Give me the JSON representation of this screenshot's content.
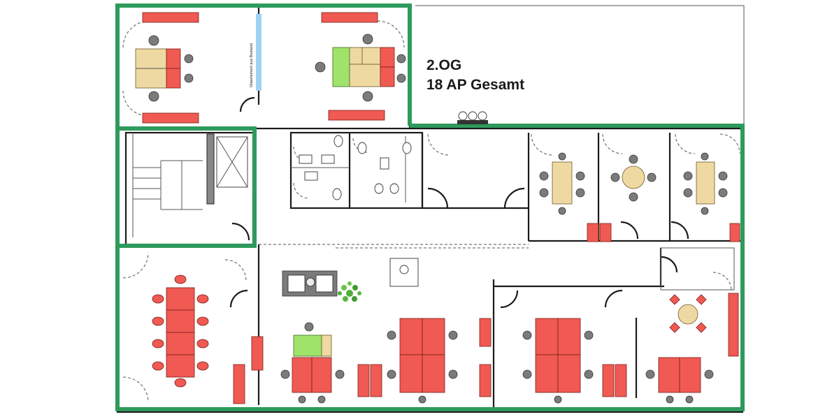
{
  "plan": {
    "floor_label": "2.OG",
    "workplace_label": "18 AP Gesamt",
    "glass_note": "Glaselement aus Bestand"
  },
  "colors": {
    "outline": "#2e9a5c",
    "desk_red": "#f05a52",
    "desk_tan": "#efd9a2",
    "desk_lime": "#9fe36a",
    "chair": "#7b7b7b"
  },
  "icons": [
    "plant-icon",
    "toilet-icon",
    "sink-icon",
    "stair-icon",
    "elevator-icon"
  ]
}
